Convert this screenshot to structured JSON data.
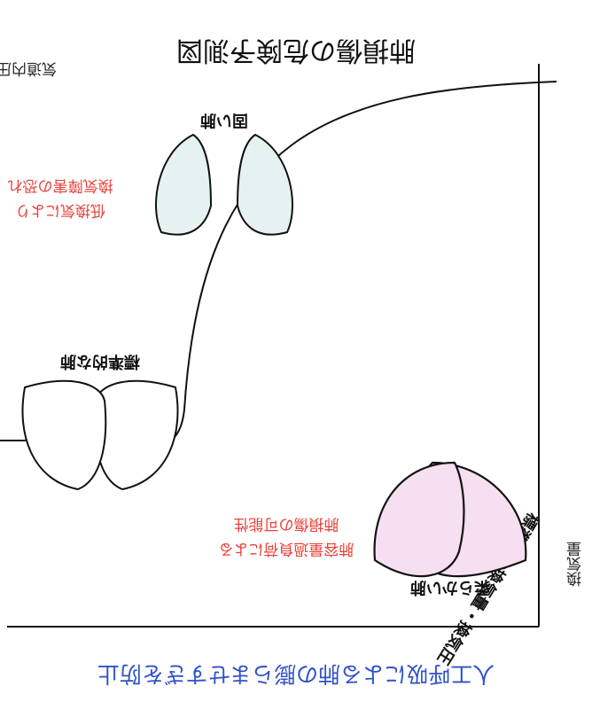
{
  "title": "肺損傷の危険予測図",
  "axes": {
    "x_label": "換気量",
    "y_label": "気道内圧"
  },
  "curve_label": "標準的な換気量・換気圧",
  "lungs": {
    "soft": {
      "label": "柔らかい肺",
      "note_lines": [
        "肺容量過負荷による",
        "肺損傷の可能性"
      ],
      "fill": "#f5dff0"
    },
    "standard": {
      "label": "標準的な肺",
      "fill": "#ffffff"
    },
    "stiff": {
      "label": "固い肺",
      "note_lines": [
        "低換気により",
        "換気障害の恐れ"
      ],
      "fill": "#e6f2f2"
    }
  },
  "footer": "人工呼吸による肺の膨らませすぎを防止",
  "colors": {
    "note_red": "#e8403a",
    "footer_blue": "#2f52c9",
    "line": "#111111"
  }
}
